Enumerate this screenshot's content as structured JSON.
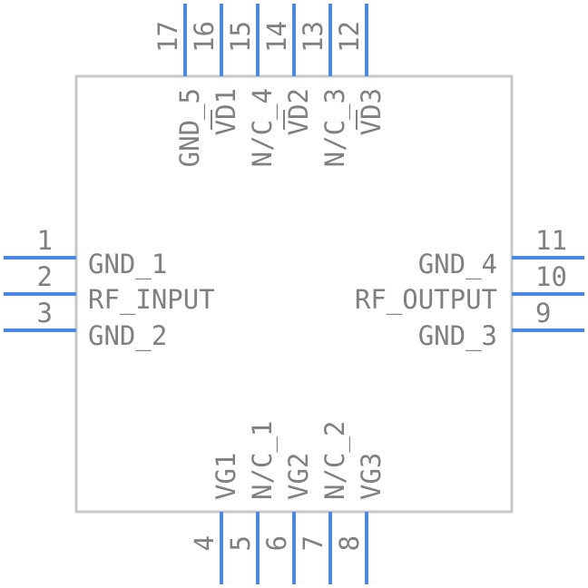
{
  "component": {
    "left_pins": [
      {
        "number": "1",
        "name": "GND_1"
      },
      {
        "number": "2",
        "name": "RF_INPUT"
      },
      {
        "number": "3",
        "name": "GND_2"
      }
    ],
    "right_pins": [
      {
        "number": "11",
        "name": "GND_4"
      },
      {
        "number": "10",
        "name": "RF_OUTPUT"
      },
      {
        "number": "9",
        "name": "GND_3"
      }
    ],
    "bottom_pins": [
      {
        "number": "4",
        "name": "VG1"
      },
      {
        "number": "5",
        "name": "N/C_1"
      },
      {
        "number": "6",
        "name": "VG2"
      },
      {
        "number": "7",
        "name": "N/C_2"
      },
      {
        "number": "8",
        "name": "VG3"
      }
    ],
    "top_pins": [
      {
        "number": "17",
        "name": "GND_5"
      },
      {
        "number": "16",
        "name": "VD1"
      },
      {
        "number": "15",
        "name": "N/C_4"
      },
      {
        "number": "14",
        "name": "VD2"
      },
      {
        "number": "13",
        "name": "N/C_3"
      },
      {
        "number": "12",
        "name": "VD3"
      }
    ]
  }
}
